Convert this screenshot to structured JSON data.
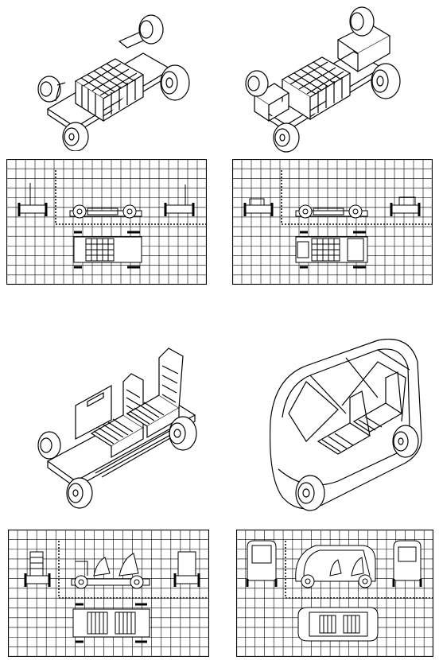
{
  "panels": [
    {
      "id": "chassis-batteries",
      "view": "isometric"
    },
    {
      "id": "chassis-batteries-seat-base",
      "view": "isometric"
    },
    {
      "id": "chassis-with-seats",
      "view": "isometric"
    },
    {
      "id": "complete-vehicle-body",
      "view": "isometric"
    }
  ],
  "grids": [
    {
      "id": "chassis-batteries-orthographic",
      "views": [
        "front",
        "side",
        "rear",
        "top"
      ]
    },
    {
      "id": "chassis-batteries-seat-base-orthographic",
      "views": [
        "front",
        "side",
        "rear",
        "top"
      ]
    },
    {
      "id": "chassis-with-seats-orthographic",
      "views": [
        "front",
        "side",
        "rear",
        "top"
      ]
    },
    {
      "id": "complete-vehicle-orthographic",
      "views": [
        "front",
        "side",
        "rear",
        "top"
      ]
    }
  ],
  "colors": {
    "line": "#000000",
    "background": "#ffffff",
    "grid": "#000000"
  }
}
